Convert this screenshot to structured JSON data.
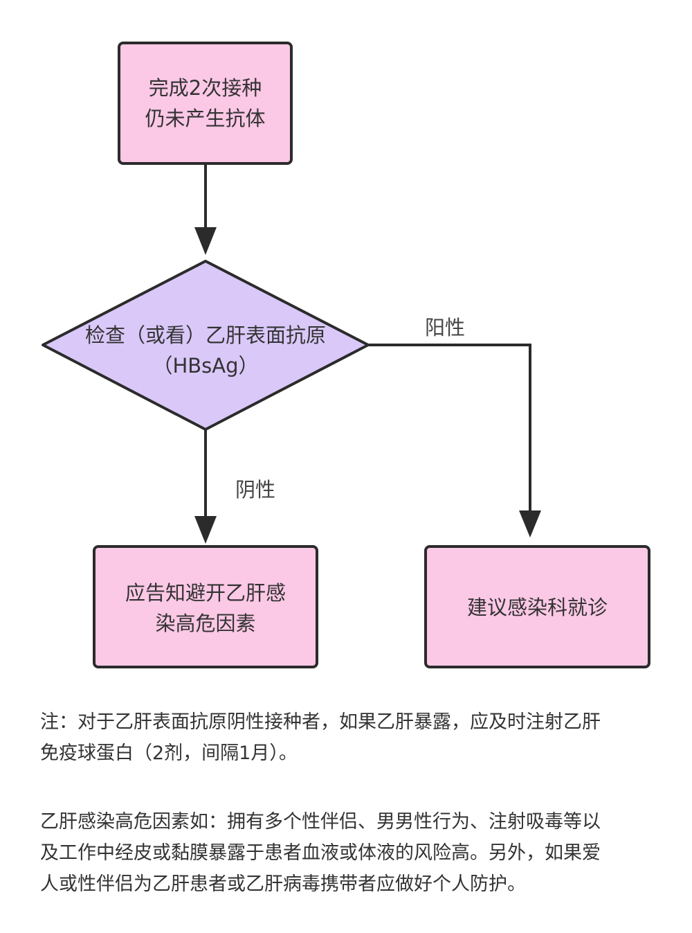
{
  "flowchart": {
    "start": {
      "lines": [
        "完成2次接种",
        "仍未产生抗体"
      ]
    },
    "decision": {
      "lines": [
        "检查（或看）乙肝表面抗原",
        "（HBsAg）"
      ]
    },
    "negative_label": "阴性",
    "positive_label": "阳性",
    "negative_result": {
      "lines": [
        "应告知避开乙肝感",
        "染高危因素"
      ]
    },
    "positive_result": {
      "lines": [
        "建议感染科就诊"
      ]
    }
  },
  "notes": {
    "note1": [
      "注：对于乙肝表面抗原阴性接种者，如果乙肝暴露，应及时注射乙肝",
      "免疫球蛋白（2剂，间隔1月）。"
    ],
    "note2": [
      "乙肝感染高危因素如：拥有多个性伴侣、男男性行为、注射吸毒等以",
      "及工作中经皮或黏膜暴露于患者血液或体液的风险高。另外，如果爱",
      "人或性伴侣为乙肝患者或乙肝病毒携带者应做好个人防护。"
    ]
  },
  "colors": {
    "box_fill": "#fbc8e6",
    "diamond_fill": "#d9c8f8",
    "stroke": "#2b2b2b"
  }
}
